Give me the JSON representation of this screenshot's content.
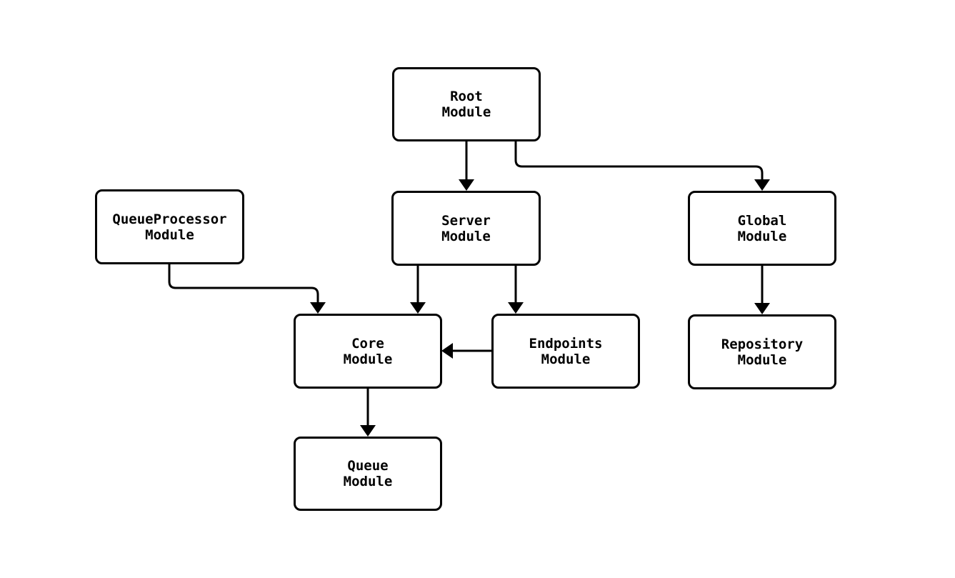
{
  "diagram": {
    "type": "module-dependency-graph",
    "background_color": "#ffffff",
    "node_fill_color": "#ffffff",
    "node_border_color": "#000000",
    "edge_color": "#000000",
    "text_color": "#000000",
    "nodes": [
      {
        "id": "root",
        "label": "Root\nModule"
      },
      {
        "id": "queueprocessor",
        "label": "QueueProcessor\nModule"
      },
      {
        "id": "server",
        "label": "Server\nModule"
      },
      {
        "id": "global",
        "label": "Global\nModule"
      },
      {
        "id": "core",
        "label": "Core\nModule"
      },
      {
        "id": "endpoints",
        "label": "Endpoints\nModule"
      },
      {
        "id": "repository",
        "label": "Repository\nModule"
      },
      {
        "id": "queue",
        "label": "Queue\nModule"
      }
    ],
    "edges": [
      {
        "from": "root",
        "to": "server"
      },
      {
        "from": "root",
        "to": "global"
      },
      {
        "from": "queueprocessor",
        "to": "core"
      },
      {
        "from": "server",
        "to": "core"
      },
      {
        "from": "server",
        "to": "endpoints"
      },
      {
        "from": "endpoints",
        "to": "core"
      },
      {
        "from": "global",
        "to": "repository"
      },
      {
        "from": "core",
        "to": "queue"
      }
    ]
  }
}
